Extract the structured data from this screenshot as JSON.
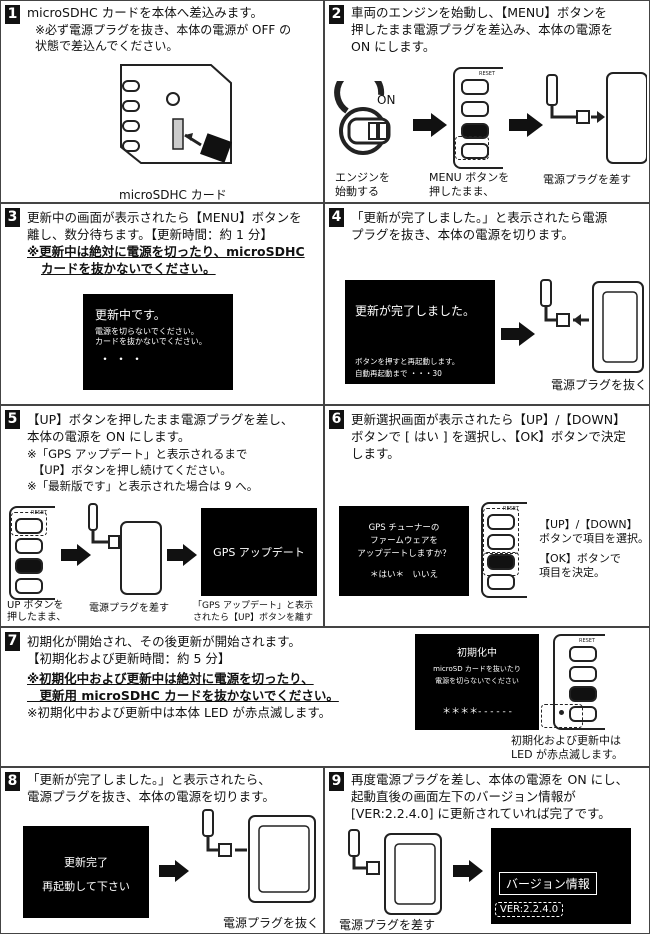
{
  "steps": [
    {
      "n": "1",
      "lines": [
        "microSDHC カードを本体へ差込みます。"
      ],
      "notes": [
        "※必ず電源プラグを抜き、本体の電源が OFF の",
        "状態で差込んでください。"
      ],
      "caption": "microSDHC カード"
    },
    {
      "n": "2",
      "lines": [
        "車両のエンジンを始動し、【MENU】ボタンを",
        "押したまま電源プラグを差込み、本体の電源を",
        "ON にします。"
      ],
      "on_label": "ON",
      "cap1": [
        "エンジンを",
        "始動する"
      ],
      "cap2": [
        "MENU ボタンを",
        "押したまま、"
      ],
      "cap3": "電源プラグを差す"
    },
    {
      "n": "3",
      "lines": [
        "更新中の画面が表示されたら【MENU】ボタンを",
        "離し、数分待ちます。【更新時間：約 1 分】"
      ],
      "warn": [
        "※更新中は絶対に電源を切ったり、microSDHC",
        "カードを抜かないでください。"
      ],
      "screen_title": "更新中です。",
      "screen_l1": "電源を切らないでください。",
      "screen_l2": "カードを抜かないでください。",
      "screen_dots": "・・・"
    },
    {
      "n": "4",
      "lines": [
        "「更新が完了しました。」と表示されたら電源",
        "プラグを抜き、本体の電源を切ります。"
      ],
      "screen_title": "更新が完了しました。",
      "screen_l1": "ボタンを押すと再起動します。",
      "screen_l2": "自動再起動まで ・・・30",
      "caption": "電源プラグを抜く"
    },
    {
      "n": "5",
      "lines": [
        "【UP】ボタンを押したまま電源プラグを差し、",
        "本体の電源を ON にします。"
      ],
      "notes": [
        "※「GPS アップデート」と表示されるまで",
        "　【UP】ボタンを押し続けてください。",
        "※「最新版です」と表示された場合は 9 へ。"
      ],
      "screen": "GPS アップデート",
      "cap1": [
        "UP ボタンを",
        "押したまま、"
      ],
      "cap2": "電源プラグを差す",
      "cap3": [
        "「GPS アップデート」と表示",
        "されたら【UP】ボタンを離す"
      ]
    },
    {
      "n": "6",
      "lines": [
        "更新選択画面が表示されたら【UP】/【DOWN】",
        "ボタンで [ はい ] を選択し、【OK】ボタンで決定",
        "します。"
      ],
      "screen_l1": "GPS チューナーの",
      "screen_l2": "ファームウェアを",
      "screen_l3": "アップデートしますか？",
      "screen_l4": "＊はい＊　いいえ",
      "cap1": [
        "【UP】/【DOWN】",
        "ボタンで項目を選択。"
      ],
      "cap2": [
        "【OK】ボタンで",
        "項目を決定。"
      ]
    },
    {
      "n": "7",
      "lines": [
        "初期化が開始され、その後更新が開始されます。",
        "【初期化および更新時間：約 5 分】"
      ],
      "warn": [
        "※初期化中および更新中は絶対に電源を切ったり、",
        "　更新用 microSDHC カードを抜かないでください。"
      ],
      "notes": [
        "※初期化中および更新中は本体 LED が赤点滅します。"
      ],
      "screen_title": "初期化中",
      "screen_l1": "microSD カードを抜いたり",
      "screen_l2": "電源を切らないでください",
      "screen_dots": "＊＊＊＊- - - - - -",
      "caption": [
        "初期化および更新中は",
        "LED が赤点滅します。"
      ]
    },
    {
      "n": "8",
      "lines": [
        "「更新が完了しました。」と表示されたら、",
        "電源プラグを抜き、本体の電源を切ります。"
      ],
      "screen_l1": "更新完了",
      "screen_l2": "再起動して下さい",
      "caption": "電源プラグを抜く"
    },
    {
      "n": "9",
      "lines": [
        "再度電源プラグを差し、本体の電源を ON にし、",
        "起動直後の画面左下のバージョン情報が",
        "[VER:2.2.4.0] に更新されていれば完了です。"
      ],
      "label": "バージョン情報",
      "version": "VER:2.2.4.0",
      "caption": "電源プラグを差す"
    }
  ],
  "buttons": {
    "reset": "RESET",
    "up": "UP",
    "down": "DOWN",
    "ok": "OK",
    "menu": "MENU"
  }
}
